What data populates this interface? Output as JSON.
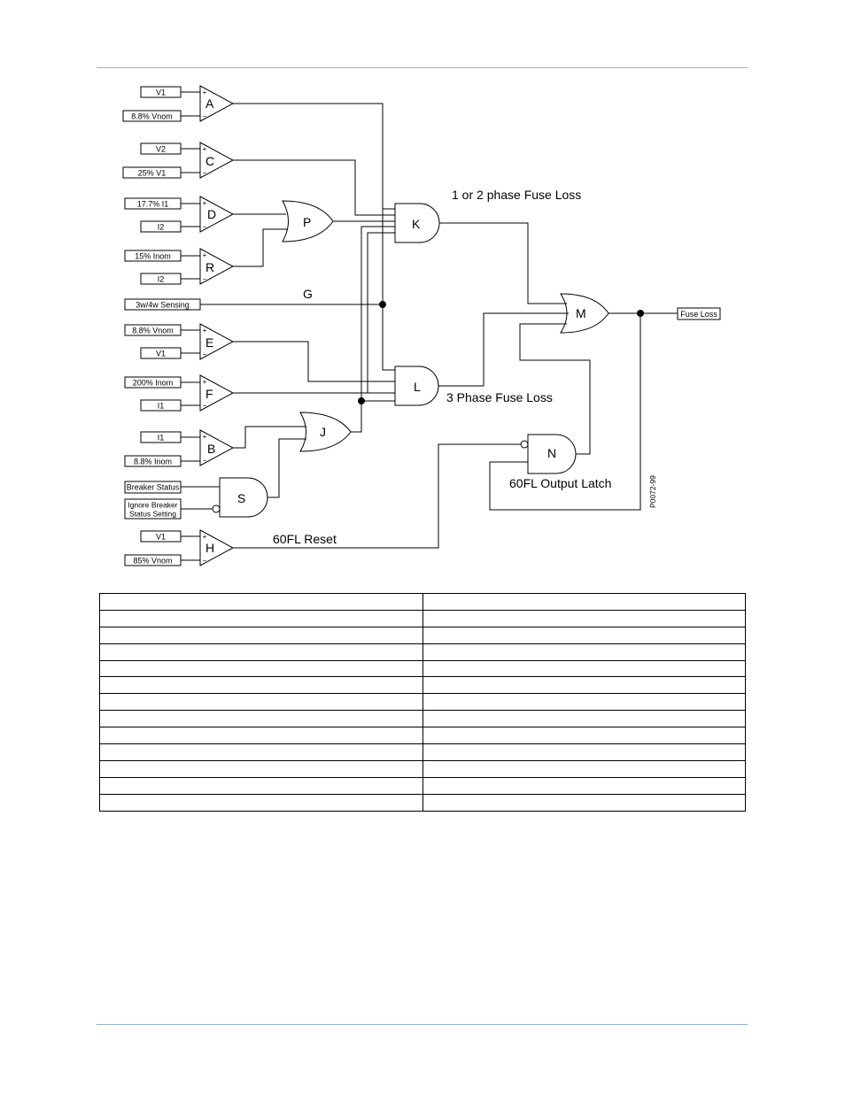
{
  "colors": {
    "rule": "#8fb4d6",
    "line": "#000000"
  },
  "inputs": {
    "a_plus": "V1",
    "a_minus": "8.8% Vnom",
    "c_plus": "V2",
    "c_minus": "25% V1",
    "d_plus": "17.7% I1",
    "d_minus": "I2",
    "r_plus": "15% Inom",
    "r_minus": "I2",
    "sensing": "3w/4w Sensing",
    "e_plus": "8.8% Vnom",
    "e_minus": "V1",
    "f_plus": "200% Inom",
    "f_minus": "I1",
    "b_plus": "I1",
    "b_minus": "8.8% Inom",
    "breaker_status": "Breaker Status",
    "ignore_line1": "Ignore Breaker",
    "ignore_line2": "Status Setting",
    "h_plus": "V1",
    "h_minus": "85% Vnom"
  },
  "gates": {
    "A": "A",
    "C": "C",
    "D": "D",
    "R": "R",
    "E": "E",
    "F": "F",
    "B": "B",
    "H": "H",
    "P": "P",
    "K": "K",
    "L": "L",
    "J": "J",
    "S": "S",
    "M": "M",
    "N": "N"
  },
  "signs": {
    "plus": "+",
    "minus": "−"
  },
  "annotations": {
    "phase12": "1 or 2 phase Fuse Loss",
    "phase3": "3 Phase Fuse Loss",
    "g": "G",
    "latch": "60FL Output Latch",
    "reset": "60FL Reset",
    "figure_id": "P0072-99"
  },
  "output": {
    "fuse_loss": "Fuse Loss"
  },
  "table": {
    "rows": [
      [
        "",
        ""
      ],
      [
        "",
        ""
      ],
      [
        "",
        ""
      ],
      [
        "",
        ""
      ],
      [
        "",
        ""
      ],
      [
        "",
        ""
      ],
      [
        "",
        ""
      ],
      [
        "",
        ""
      ],
      [
        "",
        ""
      ],
      [
        "",
        ""
      ],
      [
        "",
        ""
      ],
      [
        "",
        ""
      ],
      [
        "",
        ""
      ]
    ]
  }
}
